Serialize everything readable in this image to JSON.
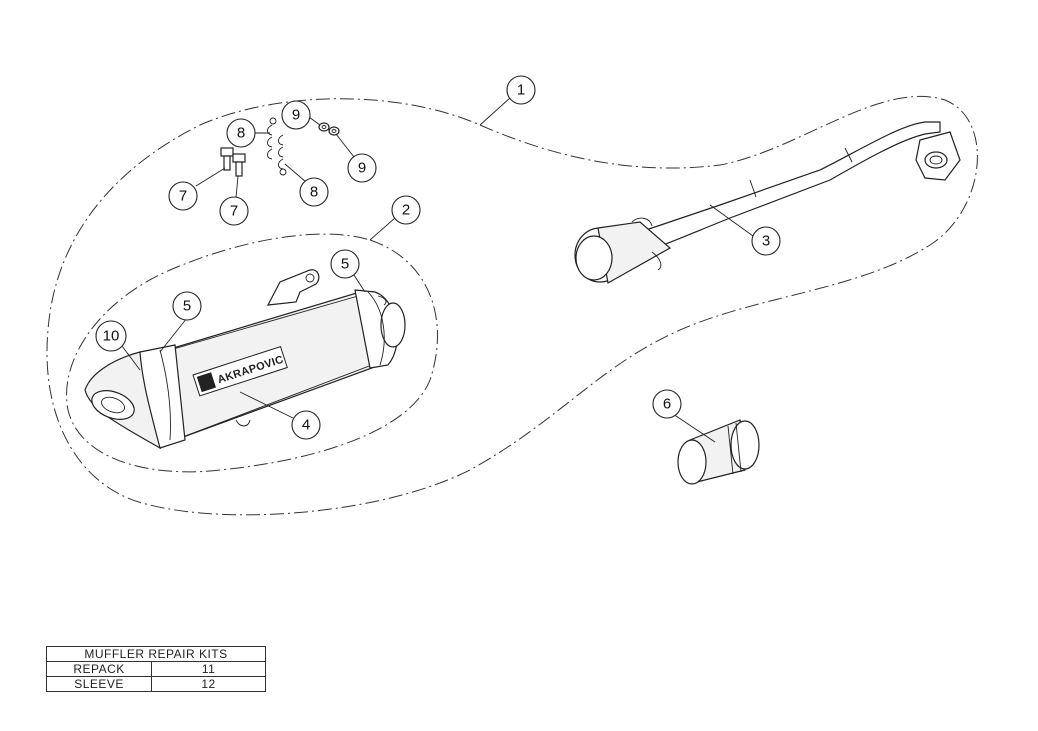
{
  "callouts": [
    {
      "id": "c1",
      "label": "1"
    },
    {
      "id": "c2",
      "label": "2"
    },
    {
      "id": "c3",
      "label": "3"
    },
    {
      "id": "c4",
      "label": "4"
    },
    {
      "id": "c5a",
      "label": "5"
    },
    {
      "id": "c5b",
      "label": "5"
    },
    {
      "id": "c6",
      "label": "6"
    },
    {
      "id": "c7a",
      "label": "7"
    },
    {
      "id": "c7b",
      "label": "7"
    },
    {
      "id": "c8a",
      "label": "8"
    },
    {
      "id": "c8b",
      "label": "8"
    },
    {
      "id": "c9a",
      "label": "9"
    },
    {
      "id": "c9b",
      "label": "9"
    },
    {
      "id": "c10",
      "label": "10"
    }
  ],
  "brand_logo": "AKRAPOVIC",
  "repair_table": {
    "title": "MUFFLER REPAIR KITS",
    "rows": [
      {
        "name": "REPACK",
        "value": "11"
      },
      {
        "name": "SLEEVE",
        "value": "12"
      }
    ]
  }
}
